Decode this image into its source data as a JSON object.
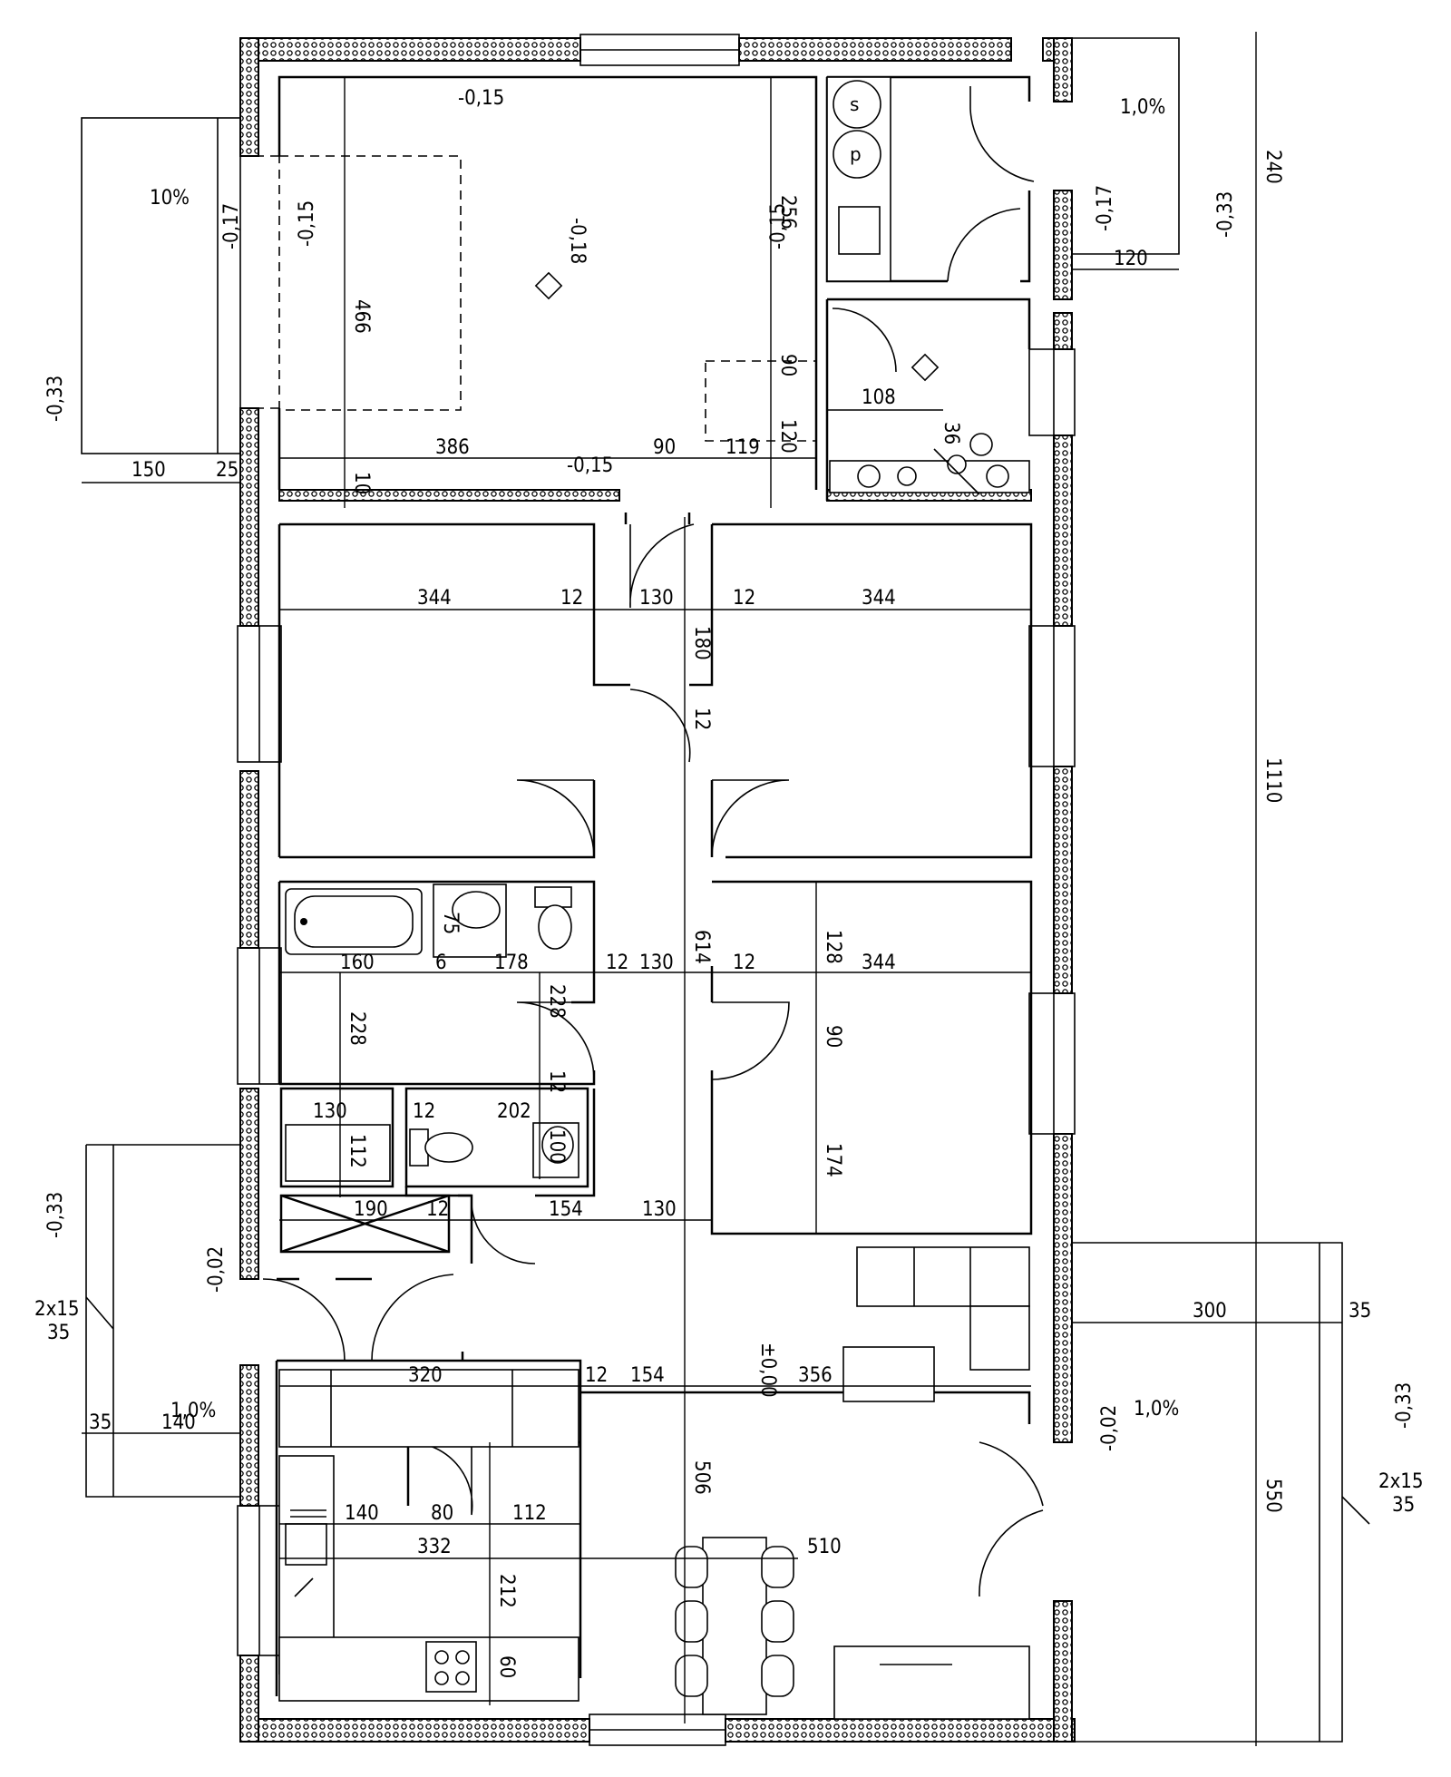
{
  "plan": {
    "dimensions": {
      "top_room_width": "386",
      "top_room_gap": "90",
      "top_room_right": "119",
      "top_room_height": "466",
      "top_room_wall": "10",
      "terrace_left_width": "150",
      "terrace_left_gap": "25",
      "right_top_side": "256",
      "right_top_90": "90",
      "right_top_120": "120",
      "wc_108": "108",
      "wc_36": "36",
      "right_top_total": "240",
      "right_top_offset": "120",
      "room_left_width": "344",
      "room_left_wall": "12",
      "corridor_width": "130",
      "room_right_wall": "12",
      "room_right_width": "344",
      "corridor_180": "180",
      "corridor_12": "12",
      "total_height": "1110",
      "corridor_length": "614",
      "bath_75": "75",
      "bath_160": "160",
      "bath_6": "6",
      "bath_178": "178",
      "bath_wall_12": "12",
      "bath_corr_130": "130",
      "bath_right_12": "12",
      "room_right_344b": "344",
      "room_right_128": "128",
      "room_right_90": "90",
      "room_right_174": "174",
      "bath_228a": "228",
      "bath_228b": "228",
      "bath_12v": "12",
      "stor_130": "130",
      "stor_112": "112",
      "wc_12": "12",
      "wc_202": "202",
      "wc_100": "100",
      "hall_190": "190",
      "hall_12": "12",
      "hall_154": "154",
      "hall_130": "130",
      "living_320": "320",
      "living_12": "12",
      "living_154": "154",
      "living_356": "356",
      "terrace_right_300": "300",
      "terrace_right_35": "35",
      "living_height_550": "550",
      "living_506": "506",
      "kitchen_140": "140",
      "kitchen_80": "80",
      "kitchen_112": "112",
      "kitchen_332": "332",
      "kitchen_212": "212",
      "kitchen_60": "60",
      "dining_510": "510",
      "entry_35": "35",
      "entry_140": "140"
    },
    "levels": {
      "top_room_a": "-0,15",
      "top_room_b": "-0,18",
      "top_room_c": "-0,15",
      "top_room_d": "-0,15",
      "top_side_a": "-0,17",
      "top_side_b": "-0,15",
      "right_top": "-0,17",
      "right_top_out": "-0,33",
      "left_terrace": "-0,33",
      "left_entry": "-0,33",
      "left_entry_b": "-0,02",
      "living": "±0,00",
      "right_terrace": "-0,02",
      "right_terrace_out": "-0,33"
    },
    "slopes": {
      "left_terrace": "10%",
      "right_top": "1,0%",
      "entry": "1,0%",
      "right_terrace": "1,0%"
    },
    "stairs": {
      "left": [
        "2x15",
        "35"
      ],
      "right": [
        "2x15",
        "35"
      ]
    },
    "hob_labels": [
      "s",
      "p"
    ]
  }
}
